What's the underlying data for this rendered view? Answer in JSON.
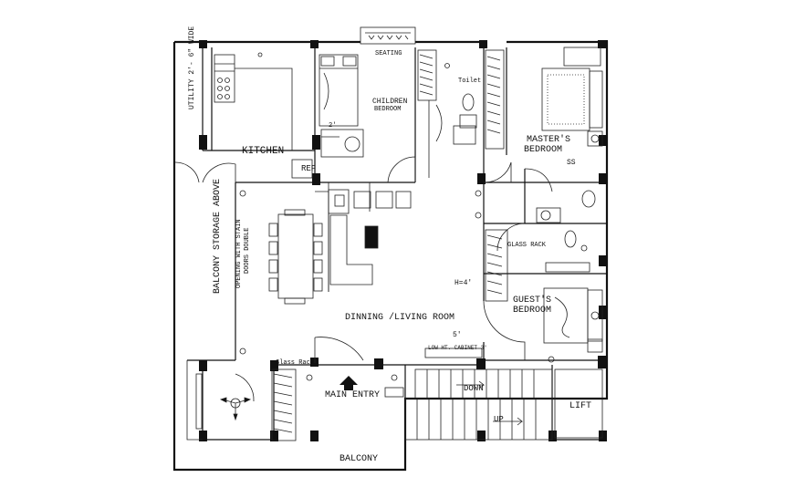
{
  "labels": {
    "utility": "UTILITY 2'- 6\" WIDE",
    "seating": "SEATING",
    "toilet": "Toilet",
    "kitchen": "KITCHEN",
    "ref": "REF",
    "children_line1": "CHILDREN",
    "children_line2": "BEDROOM",
    "master_line1": "MASTER'S",
    "master_line2": "BEDROOM",
    "ss": "SS",
    "glass_rack_right": "GLASS RACK",
    "guest_line1": "GUEST'S",
    "guest_line2": "BEDROOM",
    "balcony_storage": "BALCONY STORAGE ABOVE",
    "opening_line1": "OPENING WITH STAIN",
    "opening_line2": "DOORS DOUBLE",
    "dining_living": "DINNING /LIVING ROOM",
    "h4": "H=4'",
    "five_ft": "5'",
    "low_cabinet": "LOW HT. CABINET 3'",
    "glass_rack_left": "Glass Rack",
    "main_entry": "MAIN ENTRY",
    "down": "DOWN",
    "up": "UP",
    "lift": "LIFT",
    "balcony_bottom": "BALCONY",
    "two_ft": "2'"
  }
}
